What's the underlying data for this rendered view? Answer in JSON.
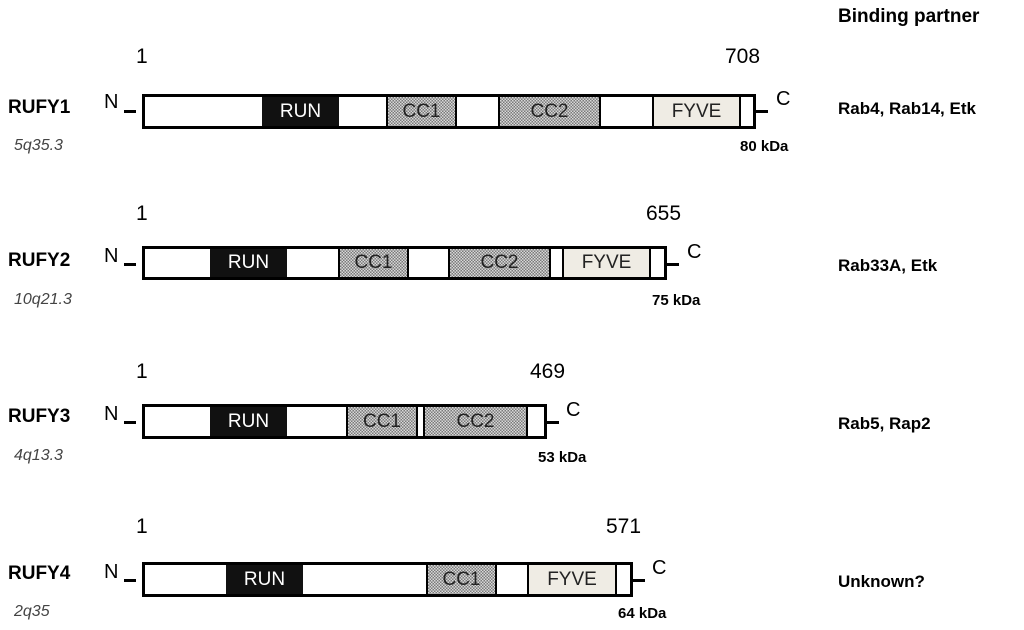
{
  "header": {
    "binding_partner": "Binding partner"
  },
  "terms": {
    "n": "N",
    "c": "C"
  },
  "proteins": [
    {
      "name": "RUFY1",
      "locus": "5q35.3",
      "start": "1",
      "end": "708",
      "mass": "80 kDa",
      "partners": "Rab4, Rab14, Etk",
      "domains": {
        "run": "RUN",
        "cc1": "CC1",
        "cc2": "CC2",
        "fyve": "FYVE"
      }
    },
    {
      "name": "RUFY2",
      "locus": "10q21.3",
      "start": "1",
      "end": "655",
      "mass": "75 kDa",
      "partners": "Rab33A, Etk",
      "domains": {
        "run": "RUN",
        "cc1": "CC1",
        "cc2": "CC2",
        "fyve": "FYVE"
      }
    },
    {
      "name": "RUFY3",
      "locus": "4q13.3",
      "start": "1",
      "end": "469",
      "mass": "53 kDa",
      "partners": "Rab5, Rap2",
      "domains": {
        "run": "RUN",
        "cc1": "CC1",
        "cc2": "CC2"
      }
    },
    {
      "name": "RUFY4",
      "locus": "2q35",
      "start": "1",
      "end": "571",
      "mass": "64 kDa",
      "partners": "Unknown?",
      "domains": {
        "run": "RUN",
        "cc1": "CC1",
        "fyve": "FYVE"
      }
    }
  ]
}
